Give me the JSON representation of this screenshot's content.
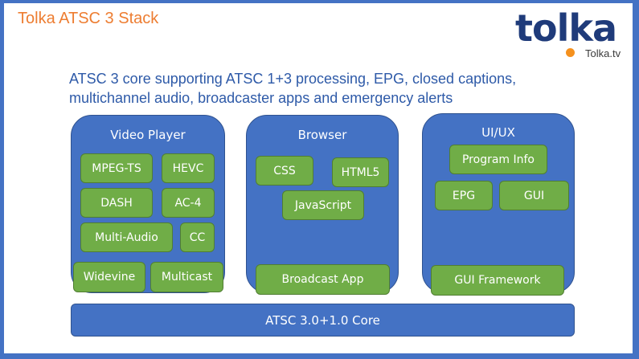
{
  "title": "Tolka ATSC 3 Stack",
  "logo": {
    "word": "tolka",
    "url_text": "Tolka.tv",
    "colors": {
      "word": "#1f3b7a",
      "dot": "#f5911e"
    }
  },
  "subtitle": "ATSC 3 core supporting ATSC 1+3 processing, EPG, closed captions, multichannel audio, broadcaster apps and emergency alerts",
  "colors": {
    "frame": "#4472c4",
    "title": "#ed7d31",
    "subtitle": "#2e5aa8",
    "group_fill": "#4472c4",
    "chip_fill": "#70ad47"
  },
  "groups": [
    {
      "label": "Video Player",
      "chips": [
        "MPEG-TS",
        "HEVC",
        "DASH",
        "AC-4",
        "Multi-Audio",
        "CC",
        "Widevine",
        "Multicast"
      ]
    },
    {
      "label": "Browser",
      "chips": [
        "CSS",
        "HTML5",
        "JavaScript",
        "Broadcast App"
      ]
    },
    {
      "label": "UI/UX",
      "chips": [
        "Program Info",
        "EPG",
        "GUI",
        "GUI Framework"
      ]
    }
  ],
  "core": "ATSC 3.0+1.0 Core"
}
